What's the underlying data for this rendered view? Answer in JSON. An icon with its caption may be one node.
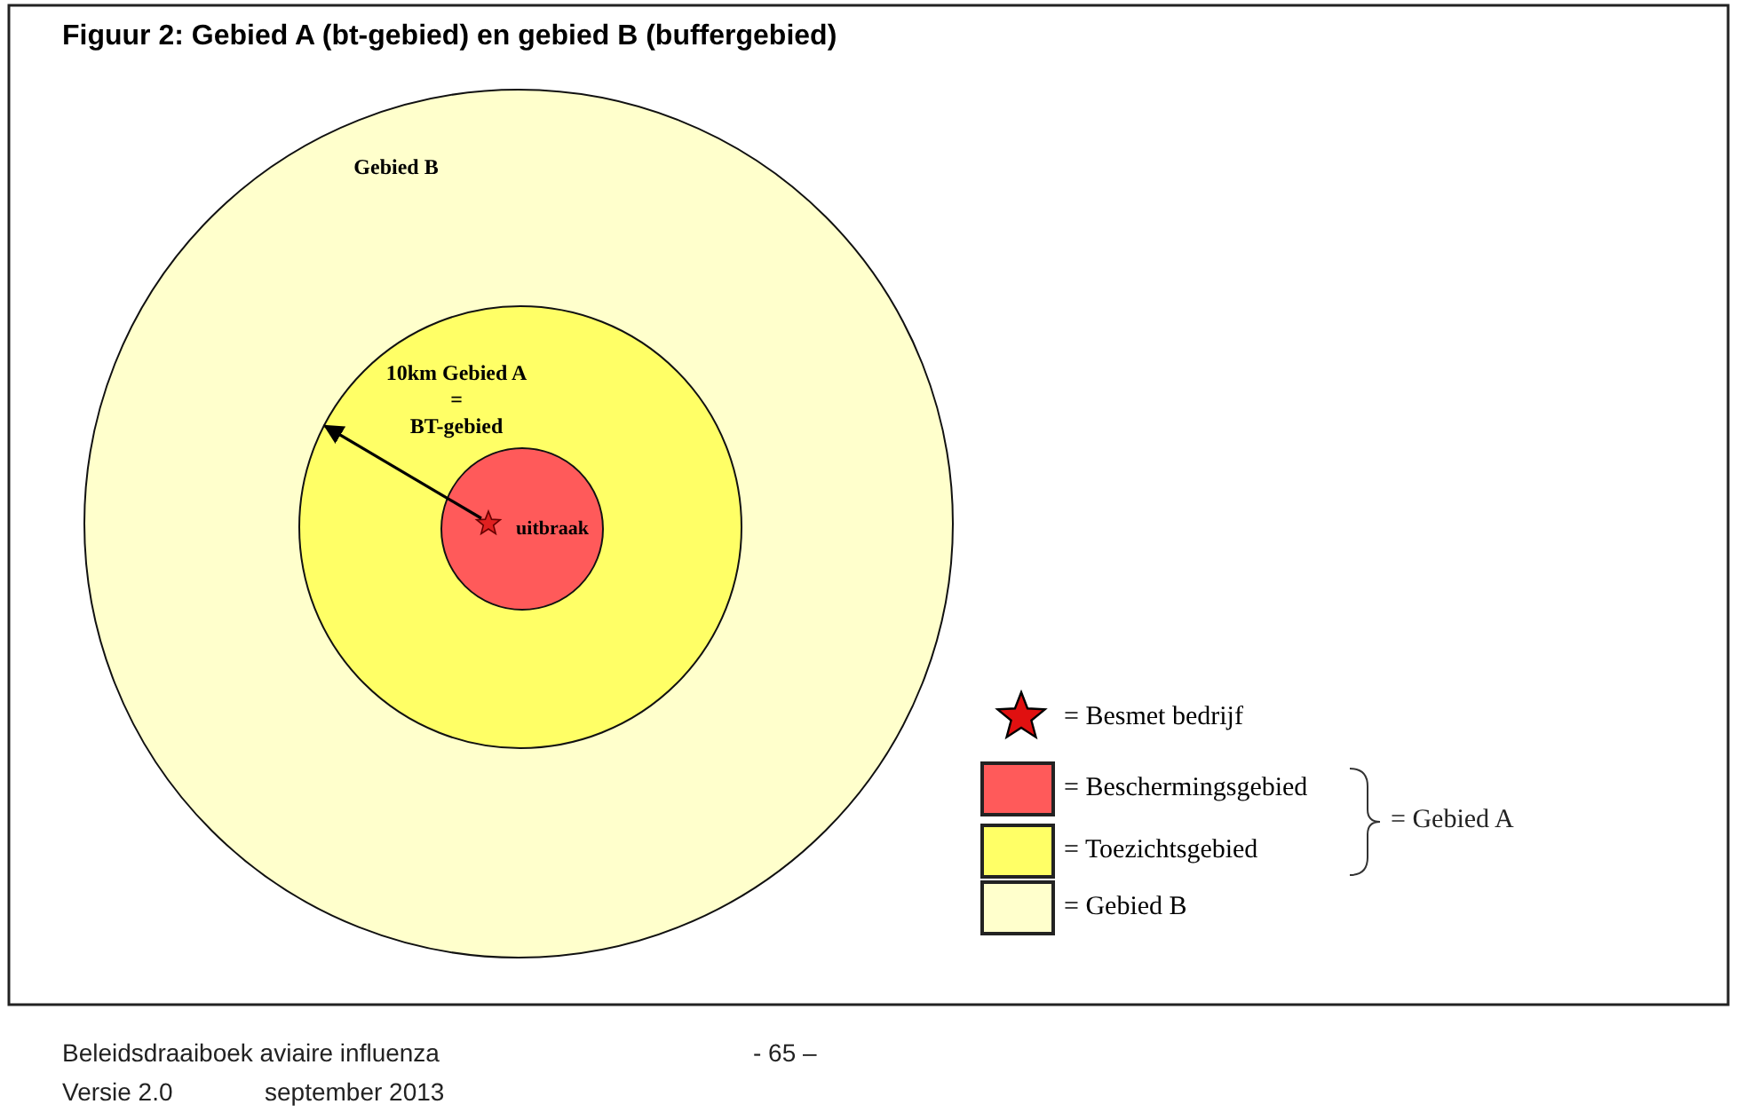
{
  "diagram": {
    "title": "Figuur 2: Gebied A (bt-gebied) en gebied B (buffergebied)",
    "nodes": [
      {
        "text": [
          "Gebied B"
        ]
      },
      {
        "text": [
          "10km Gebied A",
          "=",
          "BT-gebied"
        ],
        "in": 0
      },
      {
        "text": [
          "uitbraak"
        ],
        "in": 1
      }
    ],
    "edges": [
      {
        "from": 2,
        "to": 1,
        "arrow": "to"
      }
    ],
    "labels": [
      "= Gebied A",
      "Beleidsdraaiboek aviaire influenza",
      "- 65 –",
      "Versie 2.0",
      "september 2013"
    ],
    "legend": [
      {
        "text": "= Besmet bedrijf"
      },
      {
        "text": "= Beschermingsgebied",
        "color": "#ff5a5a"
      },
      {
        "text": "= Toezichtsgebied",
        "color": "#ffff66"
      },
      {
        "text": "= Gebied B",
        "color": "#ffffcc"
      }
    ]
  }
}
